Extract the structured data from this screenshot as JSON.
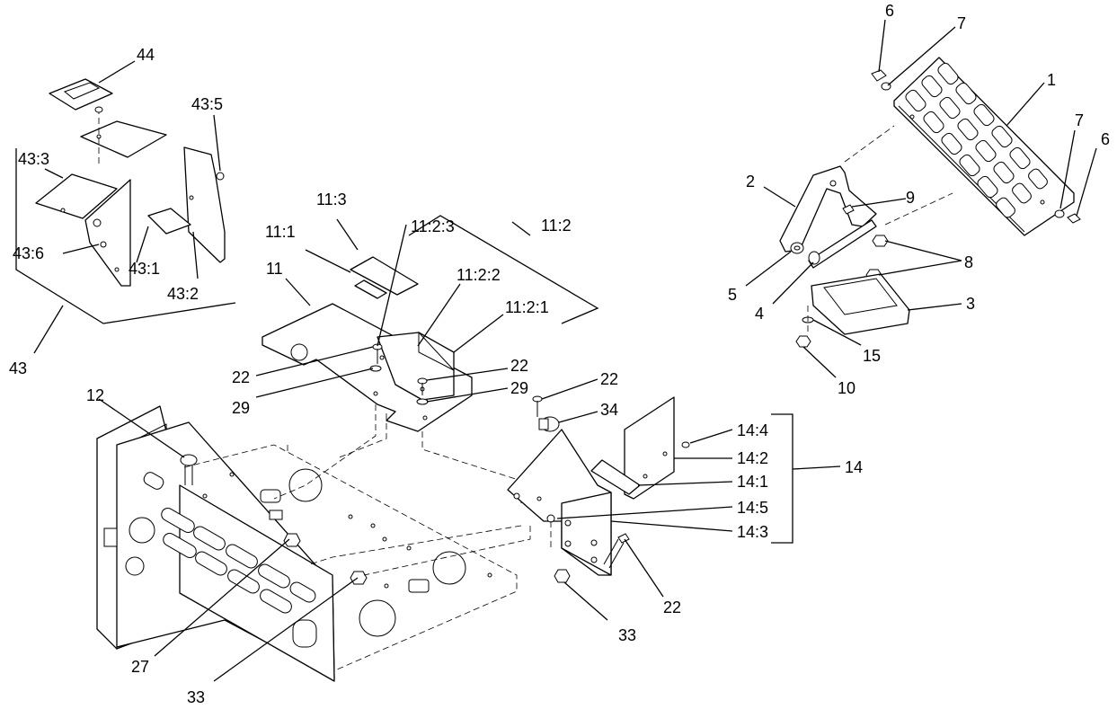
{
  "callouts": {
    "c1": "1",
    "c2": "2",
    "c3": "3",
    "c4": "4",
    "c5": "5",
    "c6a": "6",
    "c6b": "6",
    "c7a": "7",
    "c7b": "7",
    "c8": "8",
    "c9": "9",
    "c10": "10",
    "c11": "11",
    "c11_1": "11:1",
    "c11_2": "11:2",
    "c11_2_1": "11:2:1",
    "c11_2_2": "11:2:2",
    "c11_2_3": "11:2:3",
    "c11_3": "11:3",
    "c12": "12",
    "c14": "14",
    "c14_1": "14:1",
    "c14_2": "14:2",
    "c14_3": "14:3",
    "c14_4": "14:4",
    "c14_5": "14:5",
    "c15": "15",
    "c22a": "22",
    "c22b": "22",
    "c22c": "22",
    "c22d": "22",
    "c27": "27",
    "c29a": "29",
    "c29b": "29",
    "c33a": "33",
    "c33b": "33",
    "c34": "34",
    "c43": "43",
    "c43_1": "43:1",
    "c43_2": "43:2",
    "c43_3": "43:3",
    "c43_5": "43:5",
    "c43_6": "43:6",
    "c44": "44"
  }
}
